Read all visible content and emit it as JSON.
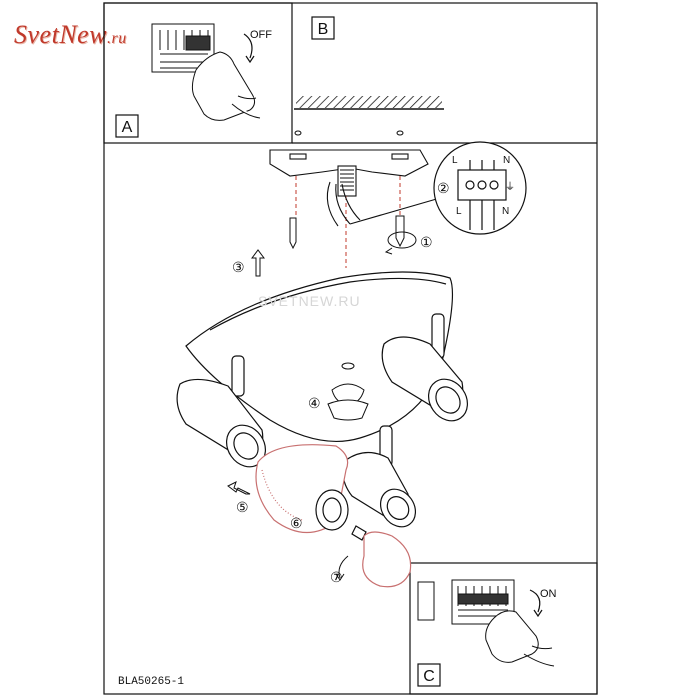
{
  "watermark": {
    "brand": "Svet",
    "suffix": "New",
    "tld": ".ru"
  },
  "center_watermark": "SVETNEW.RU",
  "panels": {
    "A": {
      "label": "A",
      "switch_state": "OFF"
    },
    "B": {
      "label": "B"
    },
    "C": {
      "label": "C",
      "switch_state": "ON"
    }
  },
  "terminals": {
    "left": "L",
    "earth_symbol": "⏚",
    "neutral": "N"
  },
  "steps": [
    "①",
    "②",
    "③",
    "④",
    "⑤",
    "⑥",
    "⑦"
  ],
  "model_code": "BLA50265-1",
  "colors": {
    "accent": "#c0392b",
    "line": "#111111",
    "bulb": "#c87070"
  }
}
